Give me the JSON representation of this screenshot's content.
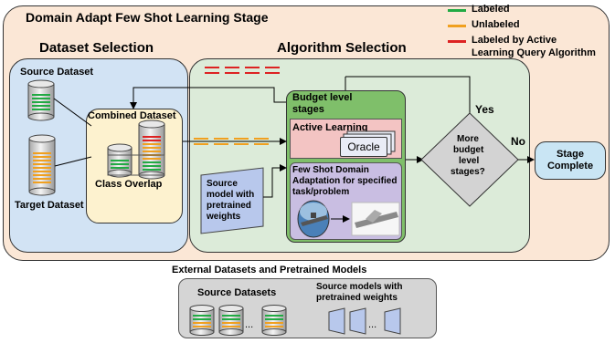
{
  "stage_title": "Domain Adapt Few Shot Learning Stage",
  "legend": {
    "items": [
      {
        "label": "Labeled",
        "color": "#22aa44"
      },
      {
        "label": "Unlabeled",
        "color": "#f0a020"
      },
      {
        "label": "Labeled by Active",
        "color": "#dd2222"
      }
    ],
    "continuation": "Learning Query Algorithm"
  },
  "dataset_selection": {
    "title": "Dataset Selection",
    "source_label": "Source Dataset",
    "target_label": "Target Dataset",
    "combined_label": "Combined Dataset",
    "overlap_label": "Class Overlap"
  },
  "algorithm_selection": {
    "title": "Algorithm Selection",
    "budget_label_line1": "Budget level",
    "budget_label_line2": "stages",
    "active_learning_label": "Active Learning",
    "oracle_label": "Oracle",
    "fsda_label_lines": [
      "Few Shot Domain",
      "Adaptation for specified",
      "task/problem"
    ],
    "source_model_lines": [
      "Source",
      "model with",
      "pretrained",
      "weights"
    ]
  },
  "decision": {
    "lines": [
      "More",
      "budget",
      "level",
      "stages?"
    ],
    "yes_label": "Yes",
    "no_label": "No"
  },
  "stage_complete_lines": [
    "Stage",
    "Complete"
  ],
  "external": {
    "title": "External Datasets and Pretrained Models",
    "source_datasets_label": "Source Datasets",
    "models_label_lines": [
      "Source models with",
      "pretrained weights"
    ],
    "ellipsis": "..."
  },
  "colors": {
    "stage_bg": "#fbe7d6",
    "dataset_bg": "#d2e3f4",
    "algorithm_bg": "#dcebd9",
    "budget_bg": "#7fbf6a",
    "active_learning_bg": "#f3c4c3",
    "fsda_bg": "#c9bee2",
    "combined_bg": "#fdf2cf",
    "decision_bg": "#d3d3d3",
    "model_bg": "#b8c8ec",
    "external_bg": "#d5d5d5"
  }
}
